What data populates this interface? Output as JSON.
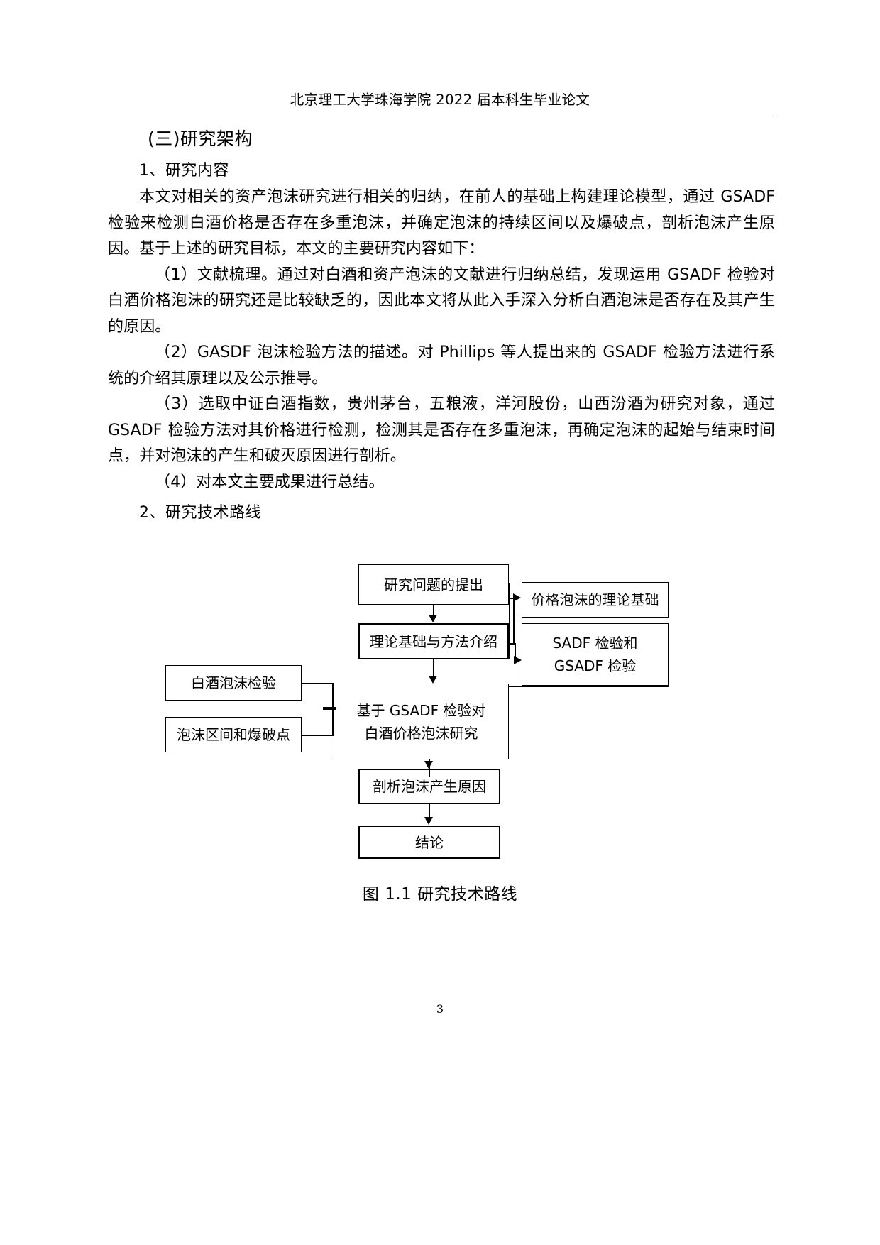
{
  "header": {
    "running_title": "北京理工大学珠海学院 2022 届本科生毕业论文"
  },
  "section": {
    "heading": "(三)研究架构",
    "subheading_1": "1、研究内容",
    "subheading_2": "2、研究技术路线"
  },
  "paragraphs": {
    "intro": "本文对相关的资产泡沫研究进行相关的归纳，在前人的基础上构建理论模型，通过 GSADF 检验来检测白酒价格是否存在多重泡沫，并确定泡沫的持续区间以及爆破点，剖析泡沫产生原因。基于上述的研究目标，本文的主要研究内容如下：",
    "item1": "（1）文献梳理。通过对白酒和资产泡沫的文献进行归纳总结，发现运用 GSADF 检验对白酒价格泡沫的研究还是比较缺乏的，因此本文将从此入手深入分析白酒泡沫是否存在及其产生的原因。",
    "item2": "（2）GASDF 泡沫检验方法的描述。对 Phillips 等人提出来的 GSADF 检验方法进行系统的介绍其原理以及公示推导。",
    "item3": "（3）选取中证白酒指数，贵州茅台，五粮液，洋河股份，山西汾酒为研究对象，通过 GSADF 检验方法对其价格进行检测，检测其是否存在多重泡沫，再确定泡沫的起始与结束时间点，并对泡沫的产生和破灭原因进行剖析。",
    "item4": "（4）对本文主要成果进行总结。"
  },
  "flowchart": {
    "nodes": {
      "research_question": "研究问题的提出",
      "price_bubble_theory": "价格泡沫的理论基础",
      "theory_and_method": "理论基础与方法介绍",
      "sadf_gsadf_line1": "SADF 检验和",
      "sadf_gsadf_line2": "GSADF 检验",
      "baijiu_bubble_test": "白酒泡沫检验",
      "bubble_interval": "泡沫区间和爆破点",
      "gsadf_study_line1": "基于 GSADF 检验对",
      "gsadf_study_line2": "白酒价格泡沫研究",
      "analyze_causes": "剖析泡沫产生原因",
      "conclusion": "结论"
    },
    "caption": "图 1.1 研究技术路线"
  },
  "footer": {
    "page_number": "3"
  }
}
